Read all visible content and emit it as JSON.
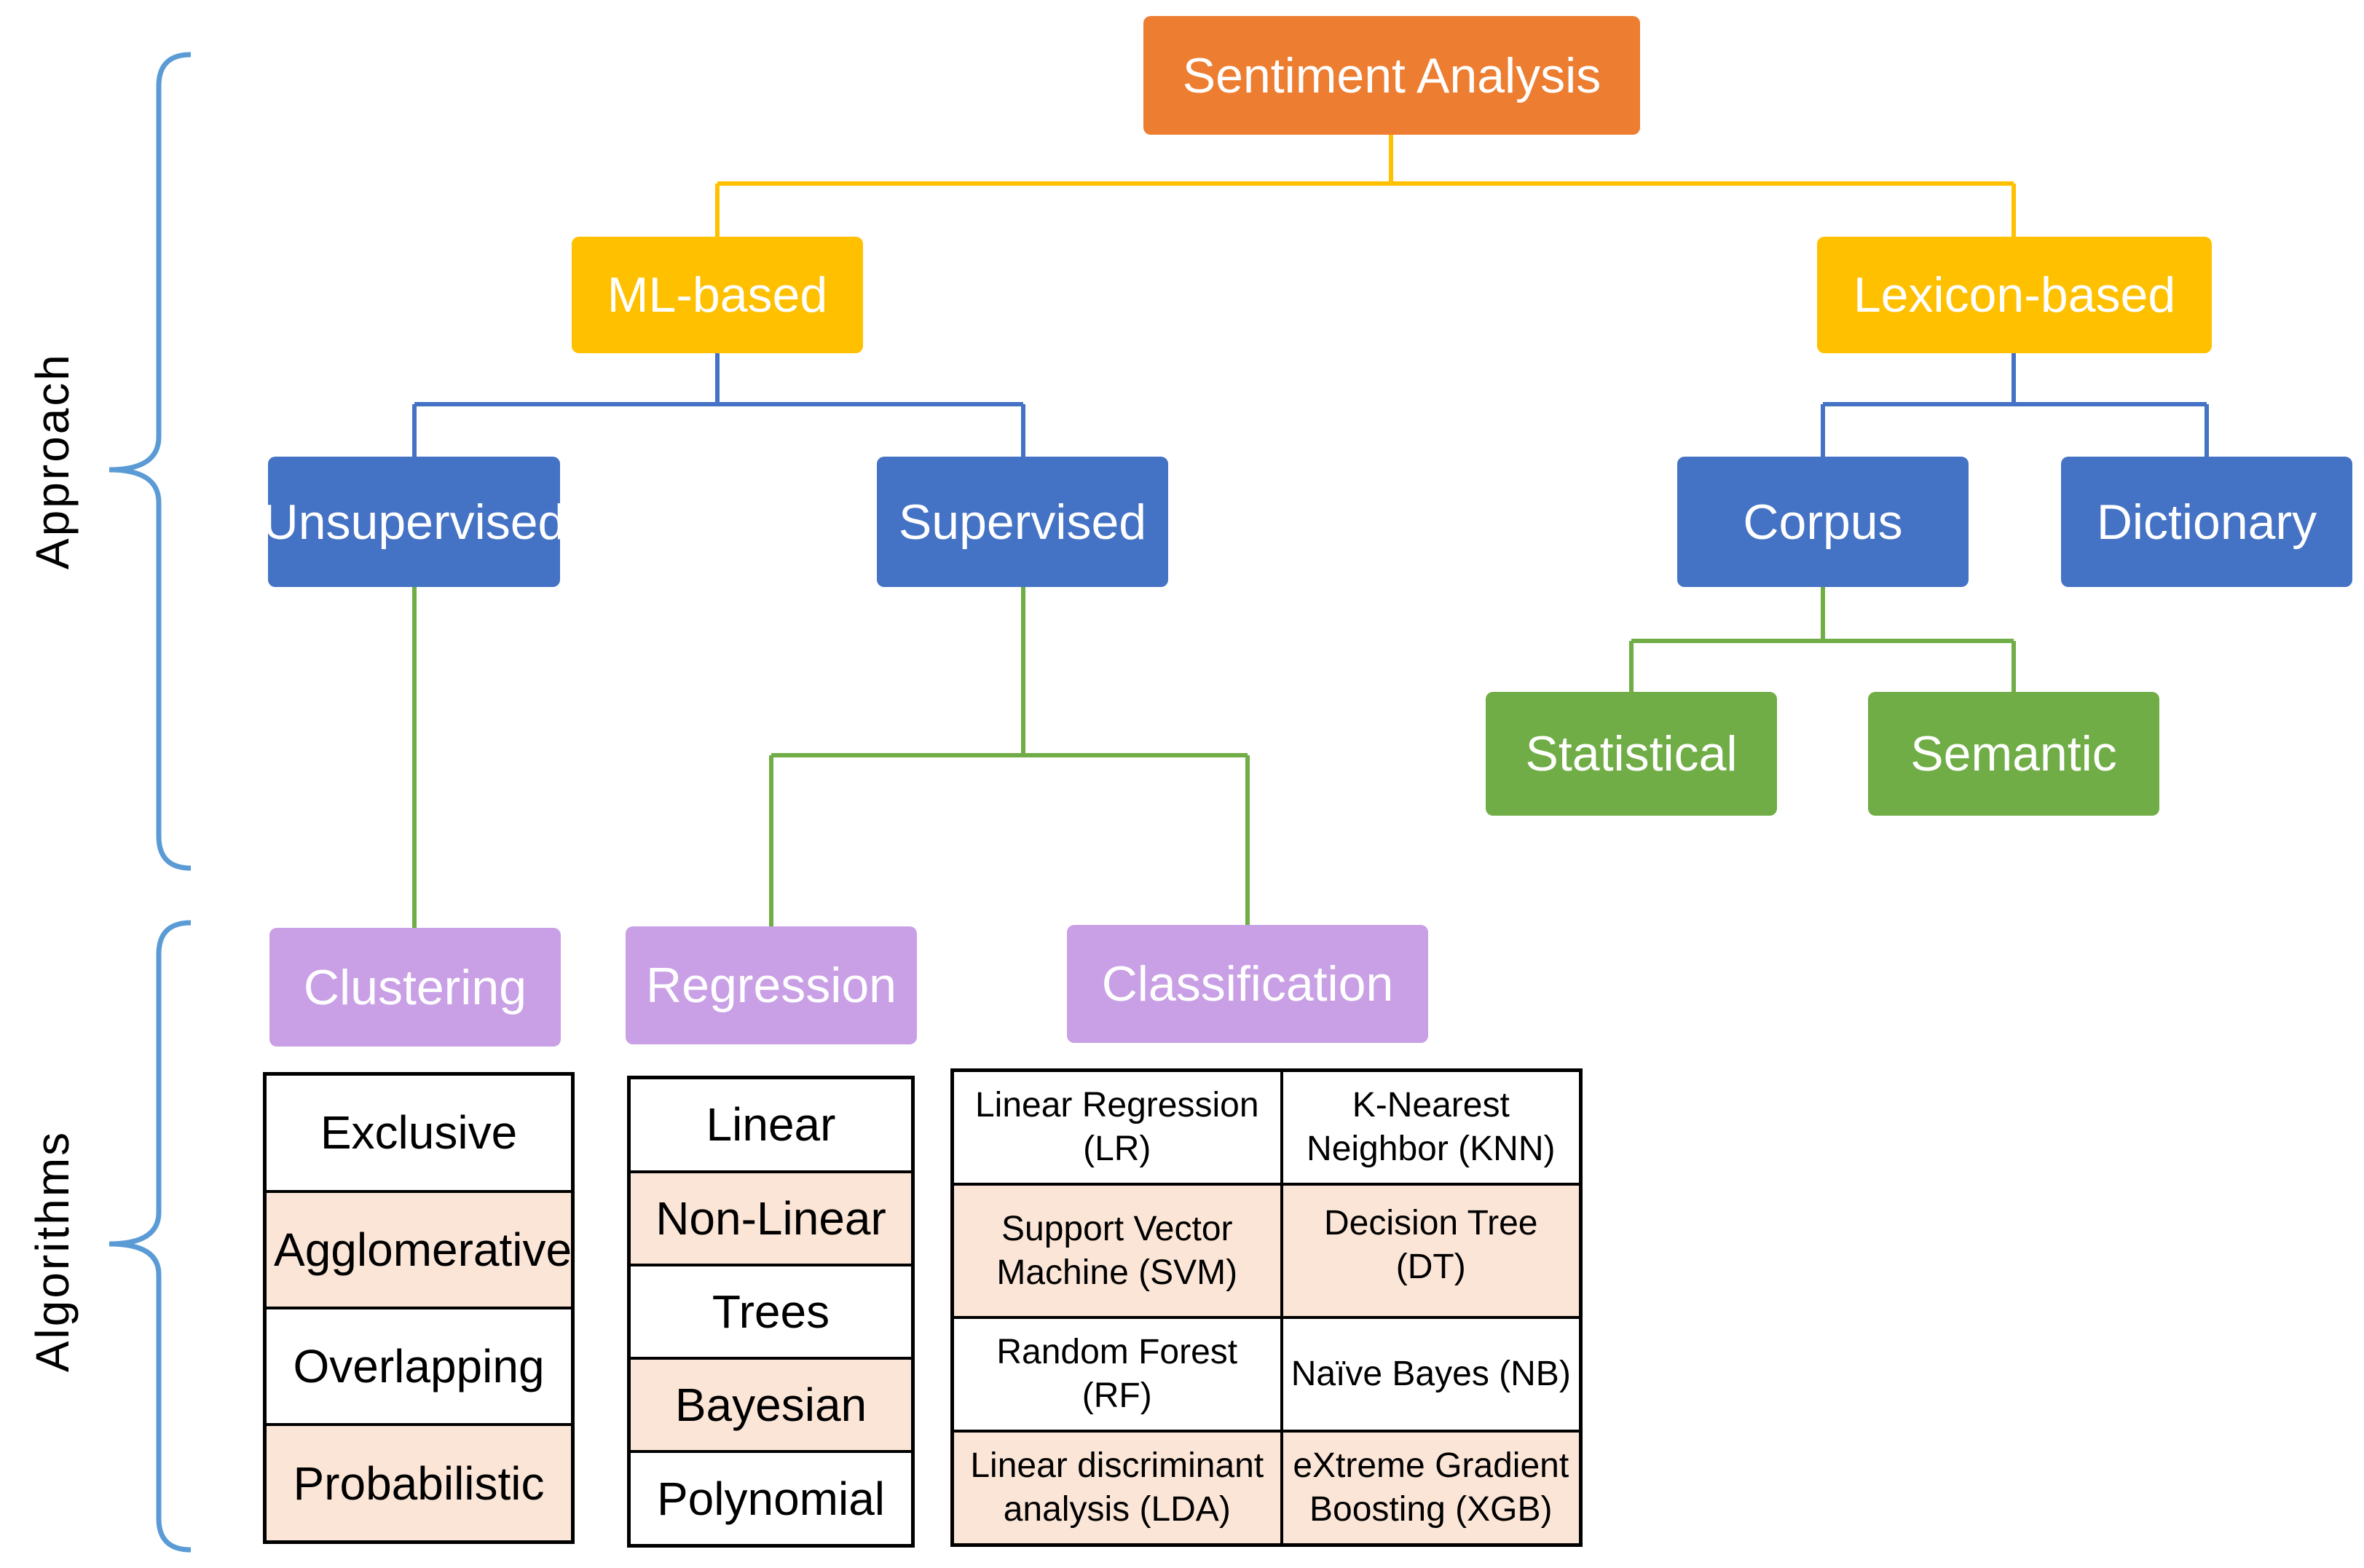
{
  "colors": {
    "root": "#ed7d31",
    "level1": "#ffc000",
    "level2": "#4472c4",
    "level3": "#70ad47",
    "algorithm_group": "#c9a0e6",
    "bracket": "#5b9bd5",
    "alt_row": "#fbe5d6"
  },
  "sections": {
    "approach": "Approach",
    "algorithms": "Algorithms"
  },
  "nodes": {
    "root": "Sentiment Analysis",
    "ml_based": "ML-based",
    "lexicon_based": "Lexicon-based",
    "unsupervised": "Unsupervised",
    "supervised": "Supervised",
    "corpus": "Corpus",
    "dictionary": "Dictionary",
    "statistical": "Statistical",
    "semantic": "Semantic",
    "clustering": "Clustering",
    "regression": "Regression",
    "classification": "Classification"
  },
  "clustering_items": [
    "Exclusive",
    "Agglomerative",
    "Overlapping",
    "Probabilistic"
  ],
  "regression_items": [
    "Linear",
    "Non-Linear",
    "Trees",
    "Bayesian",
    "Polynomial"
  ],
  "classification_items": [
    [
      "Linear Regression (LR)",
      "K-Nearest Neighbor (KNN)"
    ],
    [
      "Support Vector Machine (SVM)",
      "Decision Tree (DT)"
    ],
    [
      "Random Forest (RF)",
      "Naïve Bayes (NB)"
    ],
    [
      "Linear discriminant analysis (LDA)",
      "eXtreme Gradient Boosting (XGB)"
    ]
  ]
}
